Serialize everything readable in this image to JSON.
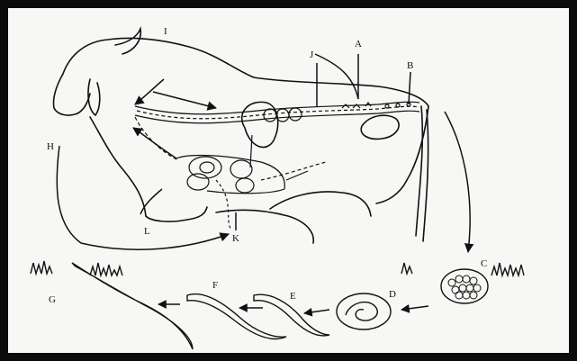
{
  "diagram": {
    "labels": {
      "A": "A",
      "B": "B",
      "C": "C",
      "D": "D",
      "E": "E",
      "F": "F",
      "G": "G",
      "H": "H",
      "I": "I",
      "J": "J",
      "K": "K",
      "L": "L"
    }
  }
}
